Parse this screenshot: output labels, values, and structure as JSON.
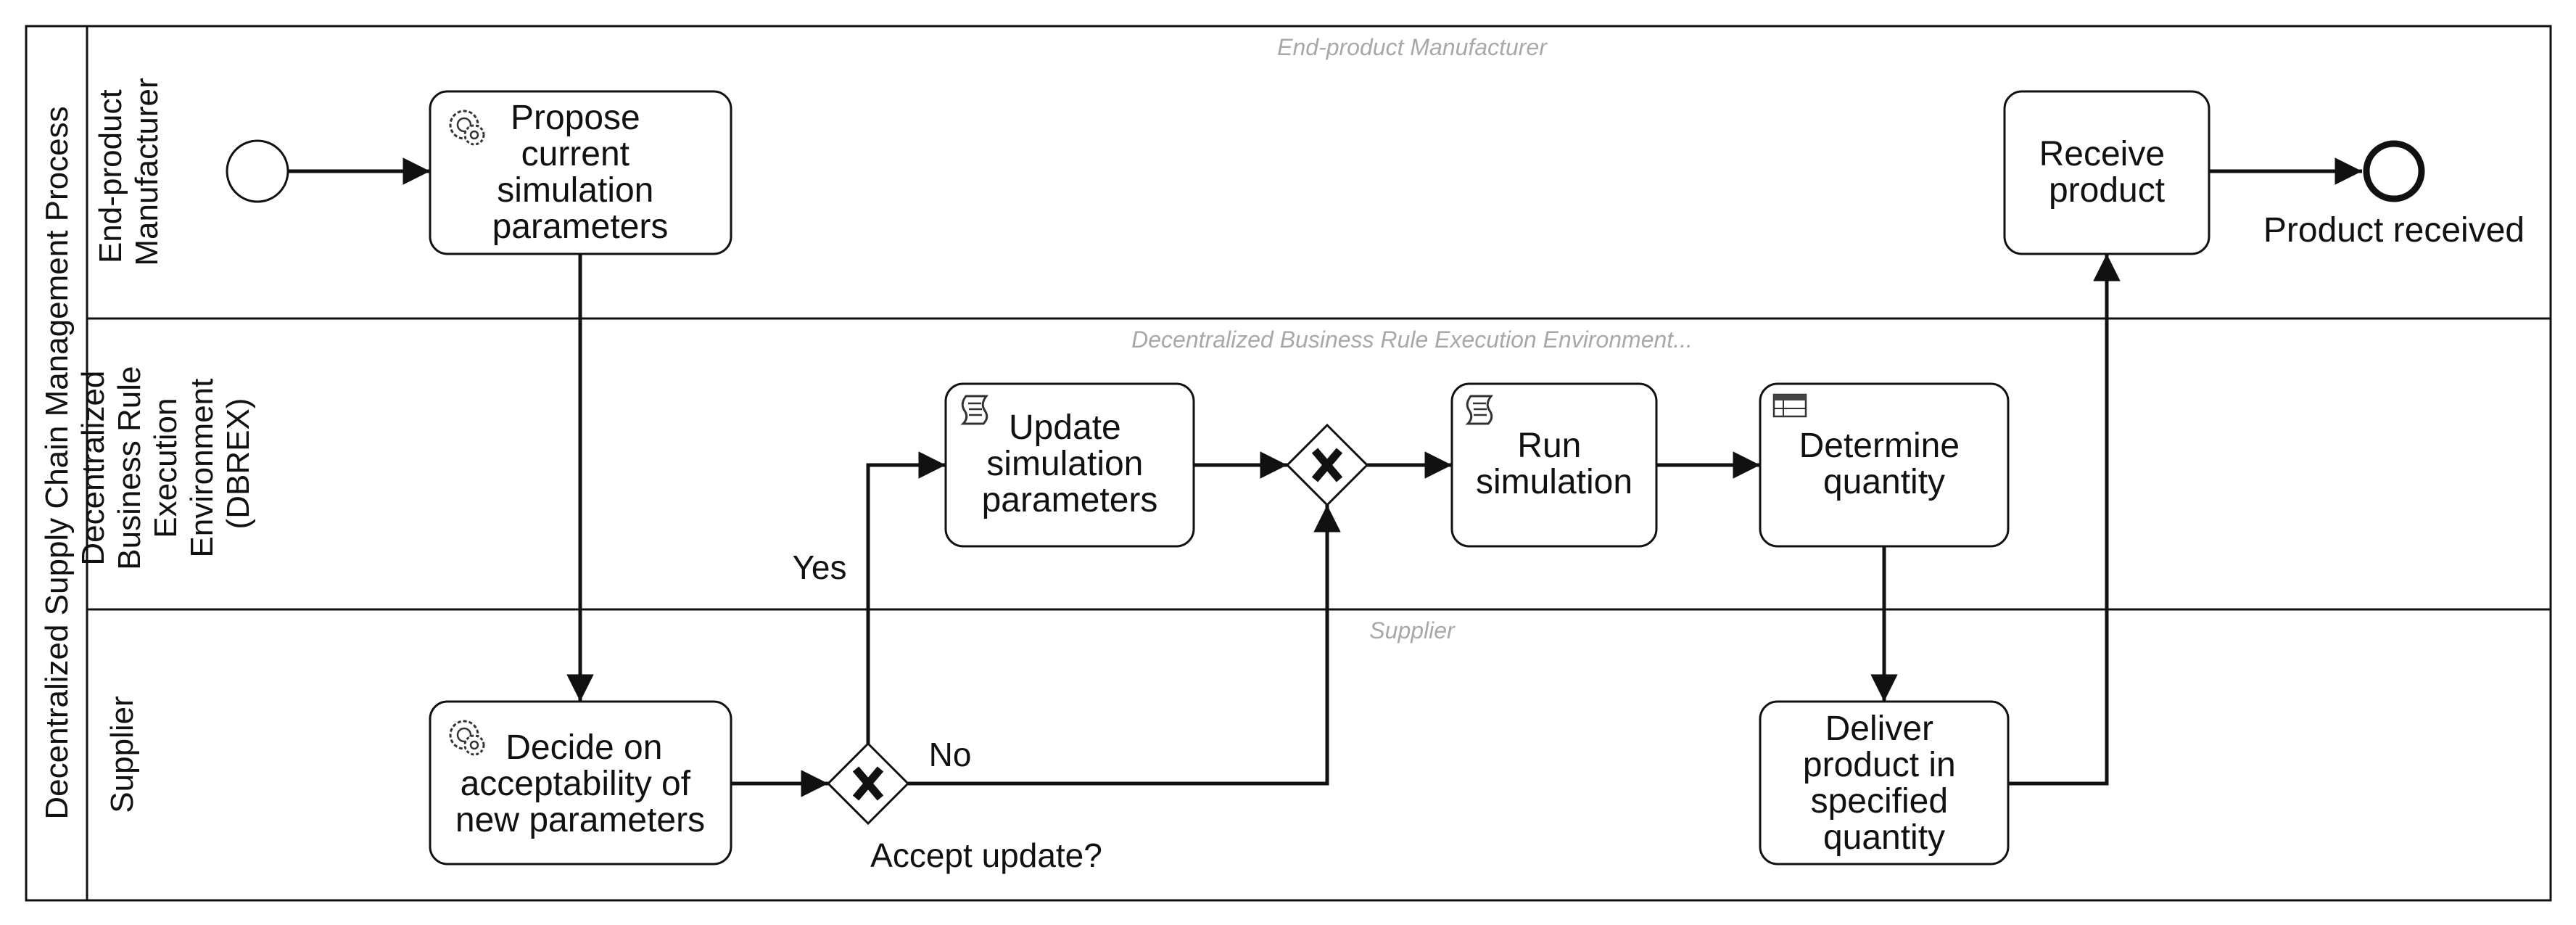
{
  "pool": {
    "label": "Decentralized Supply Chain Management Process"
  },
  "lanes": [
    {
      "id": "manufacturer",
      "label_lines": [
        "End-product",
        "Manufacturer"
      ],
      "watermark": "End-product Manufacturer"
    },
    {
      "id": "dbrex",
      "label_lines": [
        "Decentralized",
        "Business Rule",
        "Execution",
        "Environment",
        "(DBREX)"
      ],
      "watermark": "Decentralized Business Rule Execution Environment..."
    },
    {
      "id": "supplier",
      "label_lines": [
        "Supplier"
      ],
      "watermark": "Supplier"
    }
  ],
  "tasks": [
    {
      "id": "propose",
      "type": "service",
      "icon": "gear-icon",
      "lines": [
        "Propose",
        "current",
        "simulation",
        "parameters"
      ]
    },
    {
      "id": "receive",
      "type": "plain",
      "icon": "",
      "lines": [
        "Receive",
        "product"
      ]
    },
    {
      "id": "update",
      "type": "script",
      "icon": "script-icon",
      "lines": [
        "Update",
        "simulation",
        "parameters"
      ]
    },
    {
      "id": "run",
      "type": "script",
      "icon": "script-icon",
      "lines": [
        "Run",
        "simulation"
      ]
    },
    {
      "id": "determine",
      "type": "business-rule",
      "icon": "table-icon",
      "lines": [
        "Determine",
        "quantity"
      ]
    },
    {
      "id": "decide",
      "type": "service",
      "icon": "gear-icon",
      "lines": [
        "Decide on",
        "acceptability of",
        "new parameters"
      ]
    },
    {
      "id": "deliver",
      "type": "plain",
      "icon": "",
      "lines": [
        "Deliver",
        "product in",
        "specified",
        "quantity"
      ]
    }
  ],
  "gateways": [
    {
      "id": "accept",
      "type": "exclusive",
      "label": "Accept update?"
    },
    {
      "id": "merge",
      "type": "exclusive",
      "label": ""
    }
  ],
  "events": [
    {
      "id": "start",
      "type": "start",
      "label": ""
    },
    {
      "id": "end",
      "type": "end",
      "label": "Product received"
    }
  ],
  "flow_labels": {
    "yes": "Yes",
    "no": "No"
  }
}
